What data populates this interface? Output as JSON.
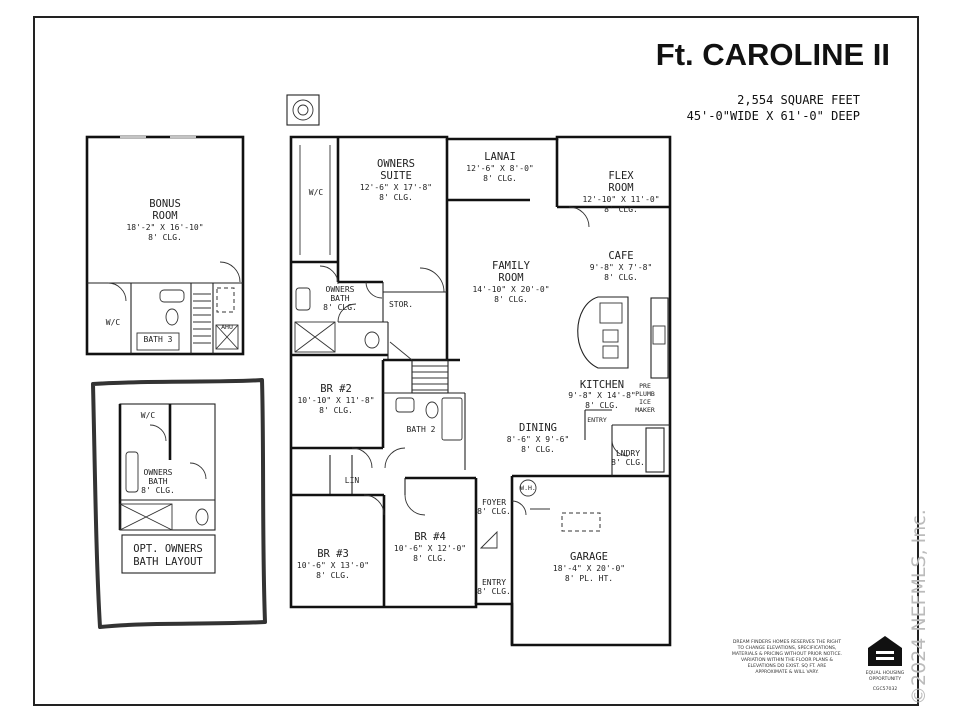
{
  "title": "Ft. CAROLINE II",
  "square_feet": "2,554 SQUARE FEET",
  "dimensions": "45'-0\"WIDE X 61'-0\" DEEP",
  "rooms": {
    "bonus": {
      "l1": "BONUS",
      "l2": "ROOM",
      "d": "18'-2\" X 16'-10\"",
      "c": "8' CLG."
    },
    "bonus_wic": "W/C",
    "bath3": "BATH 3",
    "ahu": "AHU",
    "owners_suite": {
      "l1": "OWNERS",
      "l2": "SUITE",
      "d": "12'-6\" X 17'-8\"",
      "c": "8' CLG."
    },
    "main_wic": "W/C",
    "owners_bath": {
      "l1": "OWNERS",
      "l2": "BATH",
      "c": "8' CLG."
    },
    "stor": "STOR.",
    "lanai": {
      "l1": "LANAI",
      "d": "12'-6\" X 8'-0\"",
      "c": "8' CLG."
    },
    "flex": {
      "l1": "FLEX",
      "l2": "ROOM",
      "d": "12'-10\" X 11'-0\"",
      "c": "8' CLG."
    },
    "family": {
      "l1": "FAMILY",
      "l2": "ROOM",
      "d": "14'-10\" X 20'-0\"",
      "c": "8' CLG."
    },
    "cafe": {
      "l1": "CAFE",
      "d": "9'-8\" X 7'-8\"",
      "c": "8' CLG."
    },
    "kitchen": {
      "l1": "KITCHEN",
      "d": "9'-8\" X 14'-8\"",
      "c": "8' CLG."
    },
    "pantry_note": {
      "l1": "PRE",
      "l2": "PLUMB",
      "l3": "ICE",
      "l4": "MAKER"
    },
    "entry_small": "ENTRY",
    "laundry": {
      "l1": "LNDRY",
      "c": "8' CLG."
    },
    "dining": {
      "l1": "DINING",
      "d": "8'-6\" X 9'-6\"",
      "c": "8' CLG."
    },
    "br2": {
      "l1": "BR #2",
      "d": "10'-10\" X 11'-8\"",
      "c": "8' CLG."
    },
    "bath2": "BATH 2",
    "lin": "LIN",
    "br3": {
      "l1": "BR #3",
      "d": "10'-6\" X 13'-0\"",
      "c": "8' CLG."
    },
    "br4": {
      "l1": "BR #4",
      "d": "10'-6\" X 12'-0\"",
      "c": "8' CLG."
    },
    "foyer": {
      "l1": "FOYER",
      "c": "8' CLG."
    },
    "entry": {
      "l1": "ENTRY",
      "c": "8' CLG."
    },
    "garage": {
      "l1": "GARAGE",
      "d": "18'-4\" X 20'-0\"",
      "c": "8' PL. HT."
    },
    "wh": "W.H."
  },
  "option": {
    "wic": "W/C",
    "owners_bath_l1": "OWNERS",
    "owners_bath_l2": "BATH",
    "owners_bath_c": "8' CLG.",
    "label_l1": "OPT. OWNERS",
    "label_l2": "BATH LAYOUT"
  },
  "disclaimer": [
    "DREAM FINDERS HOMES RESERVES THE RIGHT",
    "TO CHANGE ELEVATIONS, SPECIFICATIONS,",
    "MATERIALS & PRICING WITHOUT PRIOR NOTICE.",
    "VARIATION WITHIN THE FLOOR PLANS &",
    "ELEVATIONS DO EXIST. SQ FT. ARE",
    "APPROXIMATE & WILL VARY."
  ],
  "equal_housing": {
    "l1": "EQUAL HOUSING",
    "l2": "OPPORTUNITY"
  },
  "license": "CGC57032",
  "watermark": "©2024 NEFMLS, Inc."
}
